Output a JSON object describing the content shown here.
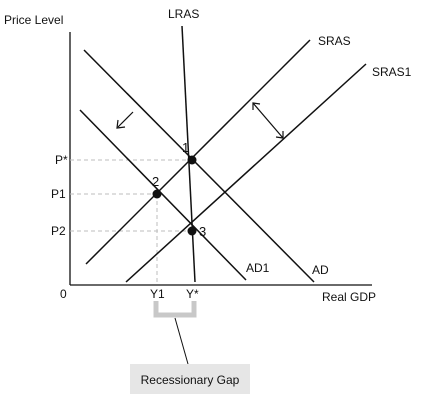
{
  "axes": {
    "y_label": "Price Level",
    "x_label": "Real GDP",
    "origin": "0"
  },
  "curves": {
    "lras": "LRAS",
    "sras": "SRAS",
    "sras1": "SRAS1",
    "ad": "AD",
    "ad1": "AD1"
  },
  "y_ticks": [
    "P*",
    "P1",
    "P2"
  ],
  "x_ticks": [
    "Y1",
    "Y*"
  ],
  "points": [
    "1",
    "2",
    "3"
  ],
  "gap_label": "Recessionary Gap",
  "colors": {
    "line": "#111111",
    "guide": "#bdbdbd",
    "bracket": "#c8c8c8",
    "gap_box": "#e6e6e6"
  }
}
